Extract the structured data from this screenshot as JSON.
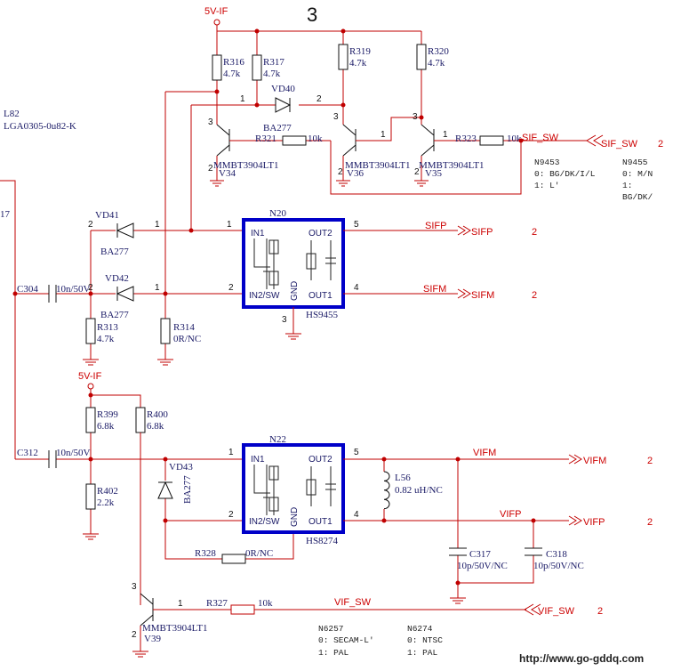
{
  "page_number": "3",
  "top_text": "5V-IF",
  "supplies": {
    "top": "5V-IF",
    "mid": "5V-IF"
  },
  "inductor_left": {
    "ref": "L82",
    "part": "LGA0305-0u82-K"
  },
  "left_pin": "17",
  "resistors": {
    "R316": {
      "ref": "R316",
      "val": "4.7k"
    },
    "R317": {
      "ref": "R317",
      "val": "4.7k"
    },
    "R319": {
      "ref": "R319",
      "val": "4.7k"
    },
    "R320": {
      "ref": "R320",
      "val": "4.7k"
    },
    "R321": {
      "ref": "R321",
      "val": "10k"
    },
    "R323": {
      "ref": "R323",
      "val": "10k"
    },
    "R313": {
      "ref": "R313",
      "val": "4.7k"
    },
    "R314": {
      "ref": "R314",
      "val": "0R/NC"
    },
    "R399": {
      "ref": "R399",
      "val": "6.8k"
    },
    "R400": {
      "ref": "R400",
      "val": "6.8k"
    },
    "R402": {
      "ref": "R402",
      "val": "2.2k"
    },
    "R328": {
      "ref": "R328",
      "val": "0R/NC"
    },
    "R327": {
      "ref": "R327",
      "val": "10k"
    }
  },
  "diodes": {
    "VD40": {
      "ref": "VD40",
      "part": "BA277"
    },
    "VD41": {
      "ref": "VD41",
      "part": "BA277"
    },
    "VD42": {
      "ref": "VD42",
      "part": "BA277"
    },
    "VD43": {
      "ref": "VD43",
      "part": "BA277"
    }
  },
  "transistors": {
    "V34": {
      "ref": "V34",
      "part": "MMBT3904LT1"
    },
    "V36": {
      "ref": "V36",
      "part": "MMBT3904LT1"
    },
    "V35": {
      "ref": "V35",
      "part": "MMBT3904LT1"
    },
    "V39": {
      "ref": "V39",
      "part": "MMBT3904LT1"
    }
  },
  "capacitors": {
    "C304": {
      "ref": "C304",
      "val": "10n/50V"
    },
    "C312": {
      "ref": "C312",
      "val": "10n/50V"
    },
    "C317": {
      "ref": "C317",
      "val": "10p/50V/NC"
    },
    "C318": {
      "ref": "C318",
      "val": "10p/50V/NC"
    }
  },
  "inductor_l56": {
    "ref": "L56",
    "val": "0.82 uH/NC"
  },
  "ic_n20": {
    "ref": "N20",
    "part": "HS9455",
    "in1": "IN1",
    "in2": "IN2/SW",
    "out2": "OUT2",
    "out1": "OUT1",
    "gnd": "GND"
  },
  "ic_n22": {
    "ref": "N22",
    "part": "HS8274",
    "in1": "IN1",
    "in2": "IN2/SW",
    "out2": "OUT2",
    "out1": "OUT1",
    "gnd": "GND"
  },
  "nets": {
    "sif_sw": "SIF_SW",
    "sifp": "SIFP",
    "sifm": "SIFM",
    "vifm": "VIFM",
    "vifp": "VIFP",
    "vif_sw": "VIF_SW"
  },
  "sheet_refs": {
    "sif_sw": "2",
    "sifp": "2",
    "sifm": "2",
    "vifm": "2",
    "vifp": "2",
    "vif_sw": "2"
  },
  "pins": {
    "p1": "1",
    "p2": "2",
    "p3": "3",
    "p4": "4",
    "p5": "5"
  },
  "notes_top": {
    "n9453_title": "N9453",
    "n9453_l1": "0: BG/DK/I/L",
    "n9453_l2": "1: L'",
    "n9455_title": "N9455",
    "n9455_l1": "0: M/N",
    "n9455_l2": "1:",
    "n9455_l3": "BG/DK/"
  },
  "notes_bottom": {
    "n6257_title": "N6257",
    "n6257_l1": "0: SECAM-L'",
    "n6257_l2": "1: PAL",
    "n6274_title": "N6274",
    "n6274_l1": "0: NTSC",
    "n6274_l2": "1: PAL"
  },
  "watermark": "http://www.go-gddq.com"
}
